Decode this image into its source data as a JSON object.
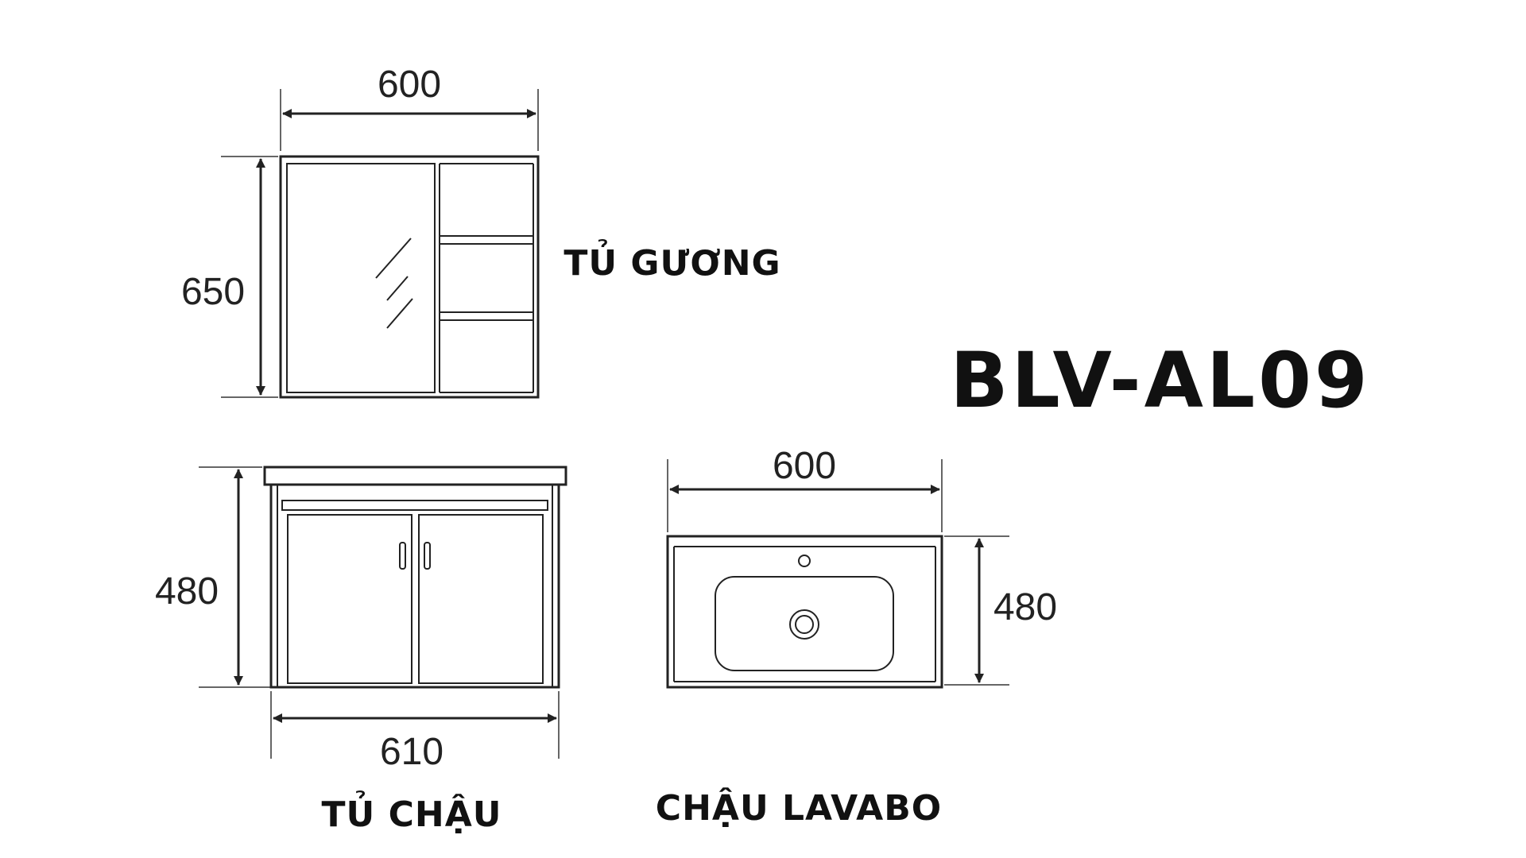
{
  "model_code": "BLV-AL09",
  "mirror_cabinet": {
    "label": "TỦ GƯƠNG",
    "width": "600",
    "height": "650"
  },
  "base_cabinet": {
    "label": "TỦ CHẬU",
    "width": "610",
    "height": "480"
  },
  "basin": {
    "label": "CHẬU LAVABO",
    "width": "600",
    "height": "480"
  },
  "colors": {
    "line": "#222222",
    "background": "#ffffff"
  }
}
